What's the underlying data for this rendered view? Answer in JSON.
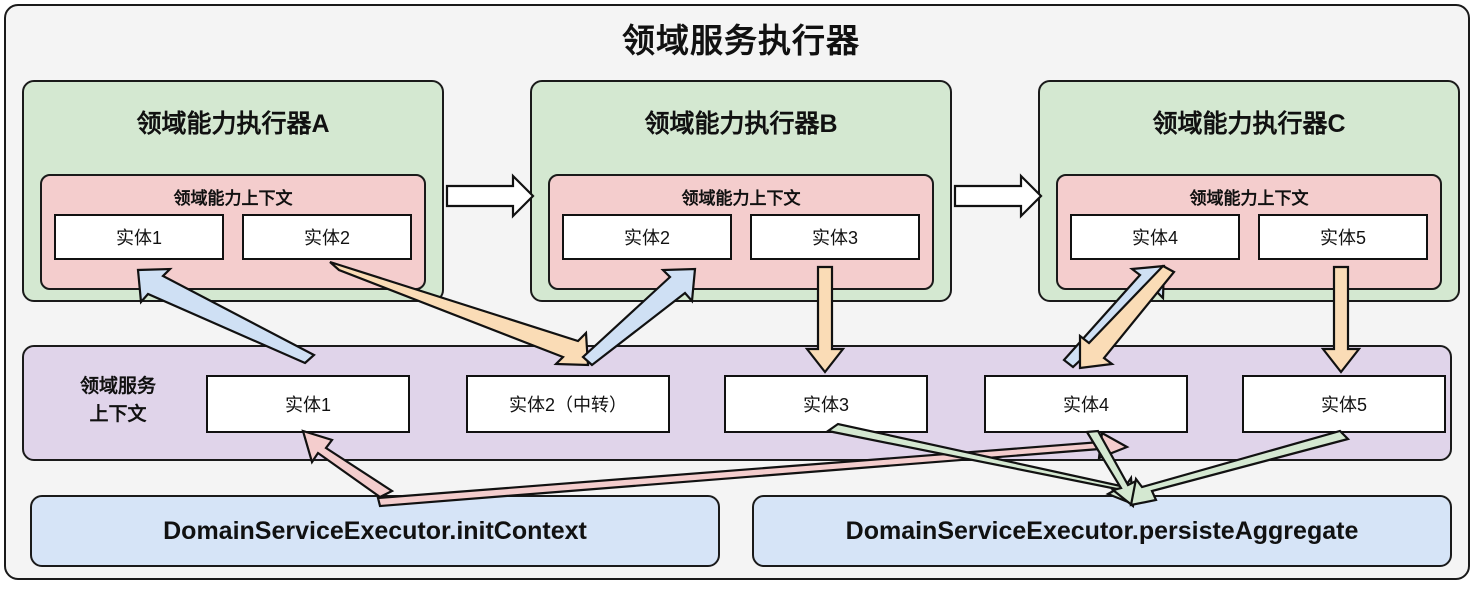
{
  "diagram": {
    "title": "领域服务执行器",
    "capability_executors": [
      {
        "title": "领域能力执行器A",
        "context_title": "领域能力上下文",
        "entities": [
          "实体1",
          "实体2"
        ]
      },
      {
        "title": "领域能力执行器B",
        "context_title": "领域能力上下文",
        "entities": [
          "实体2",
          "实体3"
        ]
      },
      {
        "title": "领域能力执行器C",
        "context_title": "领域能力上下文",
        "entities": [
          "实体4",
          "实体5"
        ]
      }
    ],
    "service_context": {
      "label_line1": "领域服务",
      "label_line2": "上下文",
      "entities": [
        "实体1",
        "实体2（中转）",
        "实体3",
        "实体4",
        "实体5"
      ]
    },
    "methods": [
      "DomainServiceExecutor.initContext",
      "DomainServiceExecutor.persisteAggregate"
    ],
    "colors": {
      "page_background": "#f4f4f4",
      "capability_executor_fill": "#d4e8d1",
      "capability_context_fill": "#f4cdcd",
      "service_context_fill": "#e0d4ea",
      "method_fill": "#d6e4f7",
      "entity_fill": "#ffffff",
      "stroke": "#111111",
      "arrow_blue": "#cfe0f4",
      "arrow_orange": "#fadcb6",
      "arrow_pink": "#f4cdcd",
      "arrow_green": "#d4e8d1",
      "arrow_white": "#ffffff"
    },
    "flow_arrows": [
      {
        "name": "executor-a-to-b",
        "style": "hollow-white",
        "from": "领域能力执行器A",
        "to": "领域能力执行器B"
      },
      {
        "name": "executor-b-to-c",
        "style": "hollow-white",
        "from": "领域能力执行器B",
        "to": "领域能力执行器C"
      },
      {
        "name": "svc-entity1-to-execA-entity1",
        "style": "blue",
        "from": "领域服务上下文.实体1",
        "to": "领域能力执行器A.实体1"
      },
      {
        "name": "execA-entity2-to-svc-entity2",
        "style": "orange",
        "from": "领域能力执行器A.实体2",
        "to": "领域服务上下文.实体2（中转）"
      },
      {
        "name": "svc-entity2-to-execB-entity2",
        "style": "blue",
        "from": "领域服务上下文.实体2（中转）",
        "to": "领域能力执行器B.实体2"
      },
      {
        "name": "execB-entity3-to-svc-entity3",
        "style": "orange",
        "from": "领域能力执行器B.实体3",
        "to": "领域服务上下文.实体3"
      },
      {
        "name": "svc-entity4-to-execC-entity4",
        "style": "blue",
        "from": "领域服务上下文.实体4",
        "to": "领域能力执行器C.实体4"
      },
      {
        "name": "execC-entity4-to-svc-entity4",
        "style": "orange",
        "from": "领域能力执行器C.实体4",
        "to": "领域服务上下文.实体4"
      },
      {
        "name": "execC-entity5-to-svc-entity5",
        "style": "orange",
        "from": "领域能力执行器C.实体5",
        "to": "领域服务上下文.实体5"
      },
      {
        "name": "initcontext-to-svc-entity1",
        "style": "pink",
        "from": "DomainServiceExecutor.initContext",
        "to": "领域服务上下文.实体1"
      },
      {
        "name": "initcontext-to-svc-entity4",
        "style": "pink",
        "from": "DomainServiceExecutor.initContext",
        "to": "领域服务上下文.实体4"
      },
      {
        "name": "svc-entity3-to-persiste",
        "style": "green",
        "from": "领域服务上下文.实体3",
        "to": "DomainServiceExecutor.persisteAggregate"
      },
      {
        "name": "svc-entity4-to-persiste",
        "style": "green",
        "from": "领域服务上下文.实体4",
        "to": "DomainServiceExecutor.persisteAggregate"
      },
      {
        "name": "svc-entity5-to-persiste",
        "style": "green",
        "from": "领域服务上下文.实体5",
        "to": "DomainServiceExecutor.persisteAggregate"
      }
    ]
  }
}
